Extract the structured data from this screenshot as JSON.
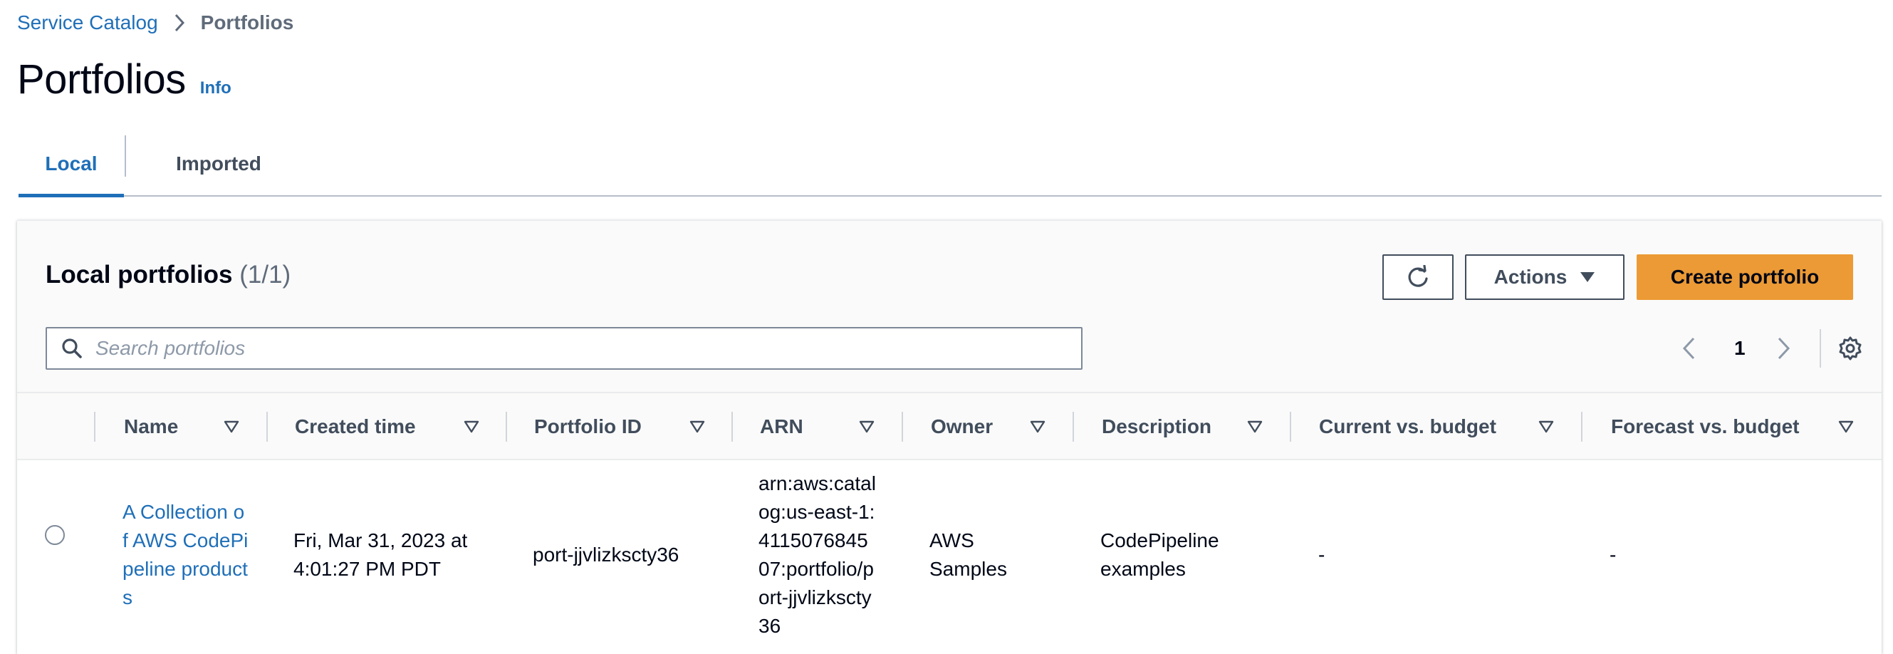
{
  "breadcrumb": {
    "parent": "Service Catalog",
    "current": "Portfolios"
  },
  "page": {
    "title": "Portfolios",
    "info": "Info"
  },
  "tabs": [
    {
      "label": "Local",
      "active": true
    },
    {
      "label": "Imported",
      "active": false
    }
  ],
  "container": {
    "title": "Local portfolios",
    "count": "(1/1)"
  },
  "toolbar": {
    "refresh_icon": "refresh-icon",
    "actions_label": "Actions",
    "create_label": "Create portfolio"
  },
  "search": {
    "placeholder": "Search portfolios",
    "value": ""
  },
  "pagination": {
    "current_page": "1"
  },
  "table": {
    "columns": [
      "Name",
      "Created time",
      "Portfolio ID",
      "ARN",
      "Owner",
      "Description",
      "Current vs. budget",
      "Forecast vs. budget"
    ],
    "rows": [
      {
        "name": "A Collection of AWS CodePipeline products",
        "created_time": "Fri, Mar 31, 2023 at 4:01:27 PM PDT",
        "portfolio_id": "port-jjvlizksctу36",
        "arn": "arn:aws:catalog:us-east-1:411507684507:portfolio/port-jjvlizksctу36",
        "owner": "AWS Samples",
        "description": "CodePipeline examples",
        "current_vs_budget": "-",
        "forecast_vs_budget": "-"
      }
    ]
  },
  "colors": {
    "link": "#1f6fb8",
    "primary_button": "#ec9a35",
    "header_bg": "#fafafa"
  }
}
